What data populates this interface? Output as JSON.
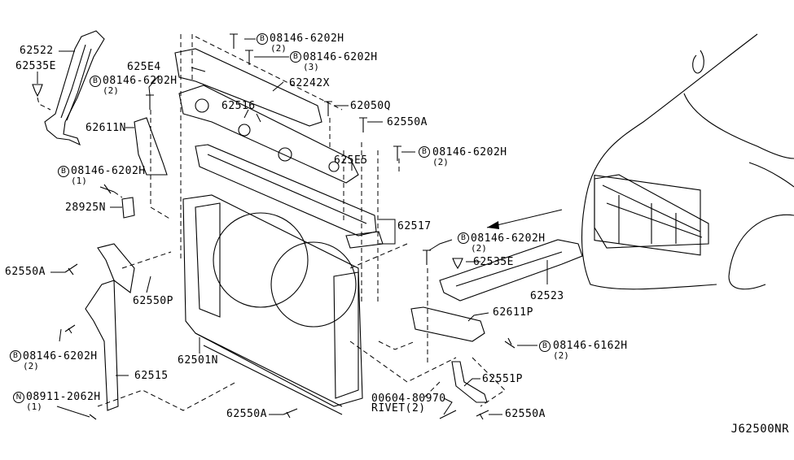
{
  "diagram": {
    "title": "Front Radiator Core Support Parts Diagram",
    "reference_code": "J62500NR",
    "badge_letters": {
      "bolt": "B",
      "nut": "N"
    },
    "labels": {
      "p62522": "62522",
      "p62535E_left": "62535E",
      "p625E4": "625E4",
      "p62242X": "62242X",
      "p62516": "62516",
      "p62050Q": "62050Q",
      "p62550A_top": "62550A",
      "p625E5": "625E5",
      "p62611N": "62611N",
      "p28925N": "28925N",
      "p62517": "62517",
      "p62550A_left": "62550A",
      "p62550P": "62550P",
      "p62501N": "62501N",
      "p62515": "62515",
      "p62535E_right": "62535E",
      "p62523": "62523",
      "p62611P": "62611P",
      "p62551P": "62551P",
      "p62550A_bottom_mid": "62550A",
      "p62550A_bottom_right": "62550A",
      "rivet_part": "00604-80970",
      "rivet_label": "RIVET(2)"
    },
    "fasteners": [
      {
        "id": "b1",
        "badge": "B",
        "part": "08146-6202H",
        "qty": "(2)"
      },
      {
        "id": "b2",
        "badge": "B",
        "part": "08146-6202H",
        "qty": "(3)"
      },
      {
        "id": "b3",
        "badge": "B",
        "part": "08146-6202H",
        "qty": "(2)"
      },
      {
        "id": "b4",
        "badge": "B",
        "part": "08146-6202H",
        "qty": "(2)"
      },
      {
        "id": "b5",
        "badge": "B",
        "part": "08146-6202H",
        "qty": "(1)"
      },
      {
        "id": "b6",
        "badge": "B",
        "part": "08146-6202H",
        "qty": "(2)"
      },
      {
        "id": "b7",
        "badge": "B",
        "part": "08146-6162H",
        "qty": "(2)"
      },
      {
        "id": "b8",
        "badge": "B",
        "part": "08146-6202H",
        "qty": "(2)"
      },
      {
        "id": "n1",
        "badge": "N",
        "part": "08911-2062H",
        "qty": "(1)"
      }
    ]
  }
}
